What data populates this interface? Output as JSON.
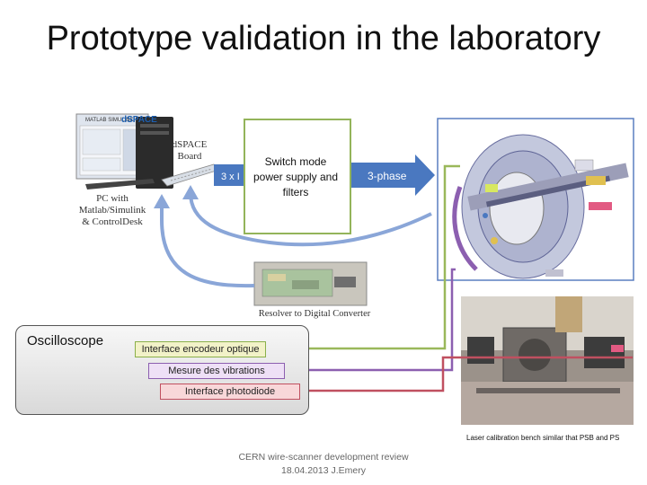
{
  "slide": {
    "title": "Prototype validation in the laboratory",
    "footer_line1": "CERN wire-scanner development review",
    "footer_line2": "18.04.2013 J.Emery"
  },
  "diagram": {
    "matlab_logo": "MATLAB SIMULINK",
    "dspace_logo": "dSPACE",
    "pc_label_line1": "PC with",
    "pc_label_line2": "Matlab/Simulink",
    "pc_label_line3": "& ControlDesk",
    "board_label_line1": "dSPACE",
    "board_label_line2": "Board",
    "phase_in_label": "3 x I",
    "smps_label_line1": "Switch mode",
    "smps_label_line2": "power supply and",
    "smps_label_line3": "filters",
    "phase_out_label": "3-phase",
    "resolver_label": "Resolver to Digital Converter",
    "caption": "Laser calibration bench similar that PSB and PS"
  },
  "oscilloscope": {
    "label": "Oscilloscope",
    "channels": [
      {
        "label": "Interface encodeur optique",
        "color": "#9ab85a"
      },
      {
        "label": "Mesure des vibrations",
        "color": "#8c5fb0"
      },
      {
        "label": "Interface photodiode",
        "color": "#c05060"
      }
    ]
  },
  "colors": {
    "accent_blue": "#4a78c0",
    "green": "#9ab85a",
    "purple": "#8c5fb0",
    "red": "#c05060"
  }
}
